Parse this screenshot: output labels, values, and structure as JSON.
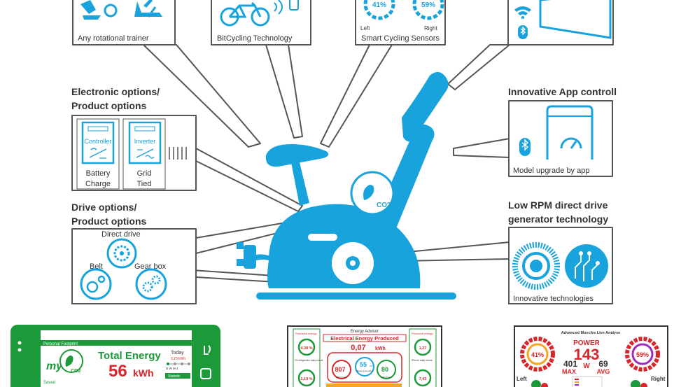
{
  "diagram": {
    "top_boxes": {
      "rotational": "Any rotational trainer",
      "bitcycling": "BitCycling Technology",
      "sensors": "Smart Cycling Sensors",
      "sensor_left_pct": "41%",
      "sensor_right_pct": "59%",
      "sensor_left": "Left",
      "sensor_right": "Right"
    },
    "electronic": {
      "title_line1": "Electronic options/",
      "title_line2": "Product options",
      "controller": "Controller",
      "inverter": "Inverter",
      "battery_line1": "Battery",
      "battery_line2": "Charge",
      "grid_line1": "Grid",
      "grid_line2": "Tied"
    },
    "drive": {
      "title_line1": "Drive options/",
      "title_line2": "Product options",
      "direct": "Direct drive",
      "belt": "Belt",
      "gearbox": "Gear box"
    },
    "app": {
      "title": "Innovative App controll",
      "caption": "Model upgrade by app"
    },
    "generator": {
      "title_line1": "Low RPM direct drive",
      "title_line2": "generator technology",
      "caption": "Innovative technologies"
    },
    "bike_badge": "CO2"
  },
  "screens": {
    "left": {
      "header": "Personal Footprint",
      "brand": "my",
      "co2": "CO2",
      "title": "Total Energy",
      "value": "56",
      "unit": "kWh",
      "today_label": "Today",
      "today_value": "0,23 kWh",
      "dwmy": "D W M J",
      "statistic": "Statistic",
      "saved": "Saved"
    },
    "middle": {
      "advisor": "Energy Advisor",
      "produced_energy": "Produced energy",
      "title": "Electrical Energy Produced",
      "value": "0,07",
      "unit": "kWh",
      "left_pct_1": "4,38 %",
      "left_pct_2": "1,19 %",
      "right_val_1": "1,27",
      "right_val_2": "7,43",
      "max_power": "807",
      "max_power_label": "MAX Power",
      "avg_power": "80",
      "avg_power_label": "AVG Power",
      "workout_time": "55",
      "workout_unit": "min",
      "workout_label": "Workout Duration",
      "left_note": "Of refrigerator daily needs",
      "right_note": "iPhone daily needs"
    },
    "right": {
      "title": "Advanced Muscles Live Analyse",
      "power_label": "POWER",
      "power_value": "143",
      "unit": "W",
      "max_value": "401",
      "max_label": "MAX",
      "avg_value": "69",
      "avg_label": "AVG",
      "left_pct": "41%",
      "right_pct": "59%",
      "left": "Left",
      "right": "Right"
    }
  },
  "colors": {
    "accent_blue": "#19a3dc",
    "frame_gray": "#555555",
    "screen_green": "#1c9a3a",
    "value_red": "#d8262c"
  }
}
